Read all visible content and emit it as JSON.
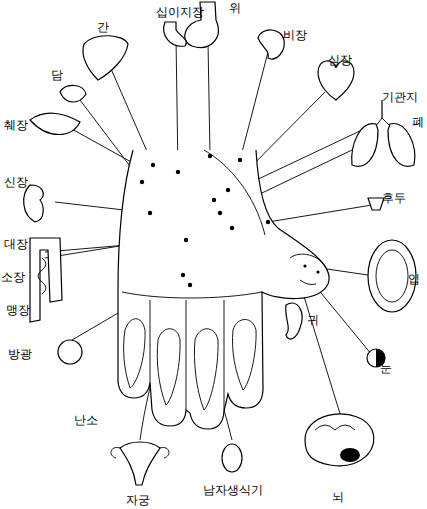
{
  "diagram": {
    "labels": [
      "위",
      "십이지장",
      "간",
      "비장",
      "심장",
      "담",
      "기관지",
      "폐",
      "췌장",
      "신장",
      "후두",
      "대장",
      "입",
      "소장",
      "맹장",
      "귀",
      "방광",
      "눈",
      "난소",
      "남자생식기",
      "뇌",
      "자궁"
    ]
  }
}
